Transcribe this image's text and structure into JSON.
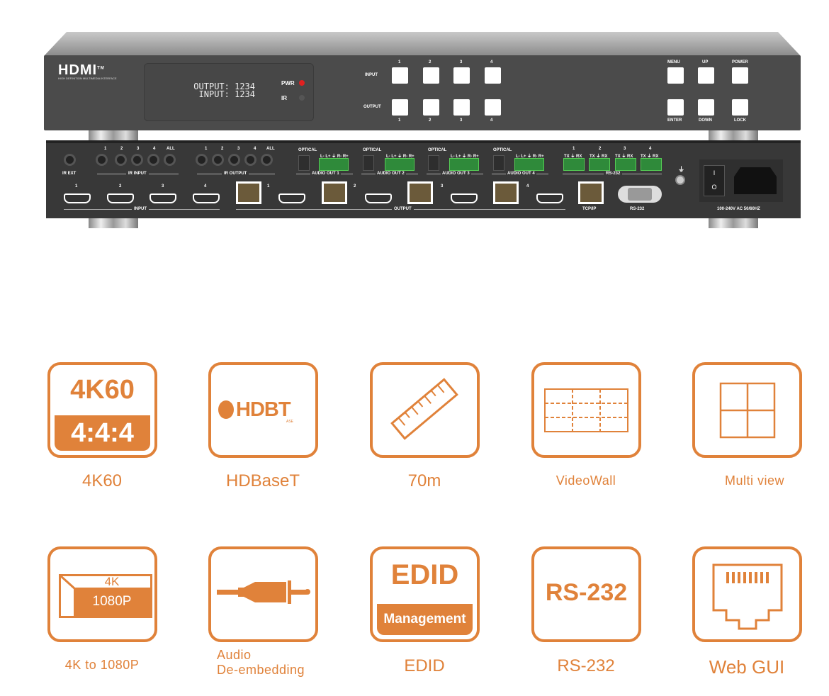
{
  "colors": {
    "accent": "#e0823a",
    "panel": "#4b4b4b",
    "rear": "#383838",
    "pwr_led": "#e02020",
    "terminal": "#2f8a3a"
  },
  "front": {
    "logo": "HDMI",
    "logo_tm": "TM",
    "logo_sub": "HIGH DEFINITION MULTIMEDIA INTERFACE",
    "lcd_line1": "OUTPUT: 1234",
    "lcd_line2": "INPUT: 1234",
    "pwr": "PWR",
    "ir": "IR",
    "input_label": "INPUT",
    "output_label": "OUTPUT",
    "numbers": [
      "1",
      "2",
      "3",
      "4"
    ],
    "menu": "MENU",
    "up": "UP",
    "power": "POWER",
    "enter": "ENTER",
    "down": "DOWN",
    "lock": "LOCK"
  },
  "rear": {
    "ir_ext": "IR EXT",
    "ir_input": "IR INPUT",
    "ir_output": "IR OUTPUT",
    "all": "ALL",
    "numbers": [
      "1",
      "2",
      "3",
      "4"
    ],
    "optical": "OPTICAL",
    "audio_pins": "L-  L+  ⏚  R-  R+",
    "audio_out": [
      "AUDIO OUT 1",
      "AUDIO OUT 2",
      "AUDIO OUT 3",
      "AUDIO OUT 4"
    ],
    "rs232_pins": "TX ⏚ RX",
    "rs232": "RS-232",
    "input": "INPUT",
    "output": "OUTPUT",
    "tcpip": "TCP/IP",
    "ground": "⏚",
    "power_rating": "100-240V AC 50/60HZ",
    "switch_on": "I",
    "switch_off": "O"
  },
  "features": [
    {
      "label": "4K60",
      "icon": "4k60-444-icon",
      "top": "4K60",
      "bottom": "4:4:4"
    },
    {
      "label": "HDBaseT",
      "icon": "hdbaset-logo-icon",
      "logo": "HDBT",
      "logo_sub": "ASE"
    },
    {
      "label": "70m",
      "icon": "ruler-icon"
    },
    {
      "label": "VideoWall",
      "icon": "video-wall-icon"
    },
    {
      "label": "Multi view",
      "icon": "multi-view-icon"
    },
    {
      "label": "4K to 1080P",
      "icon": "downscale-icon",
      "top": "4K",
      "bottom": "1080P"
    },
    {
      "label_line1": "Audio",
      "label_line2": "De-embedding",
      "icon": "audio-jack-icon"
    },
    {
      "label": "EDID",
      "icon": "edid-icon",
      "top": "EDID",
      "bottom": "Management"
    },
    {
      "label": "RS-232",
      "icon": "rs232-icon",
      "text": "RS-232"
    },
    {
      "label": "Web GUI",
      "icon": "ethernet-port-icon"
    }
  ]
}
